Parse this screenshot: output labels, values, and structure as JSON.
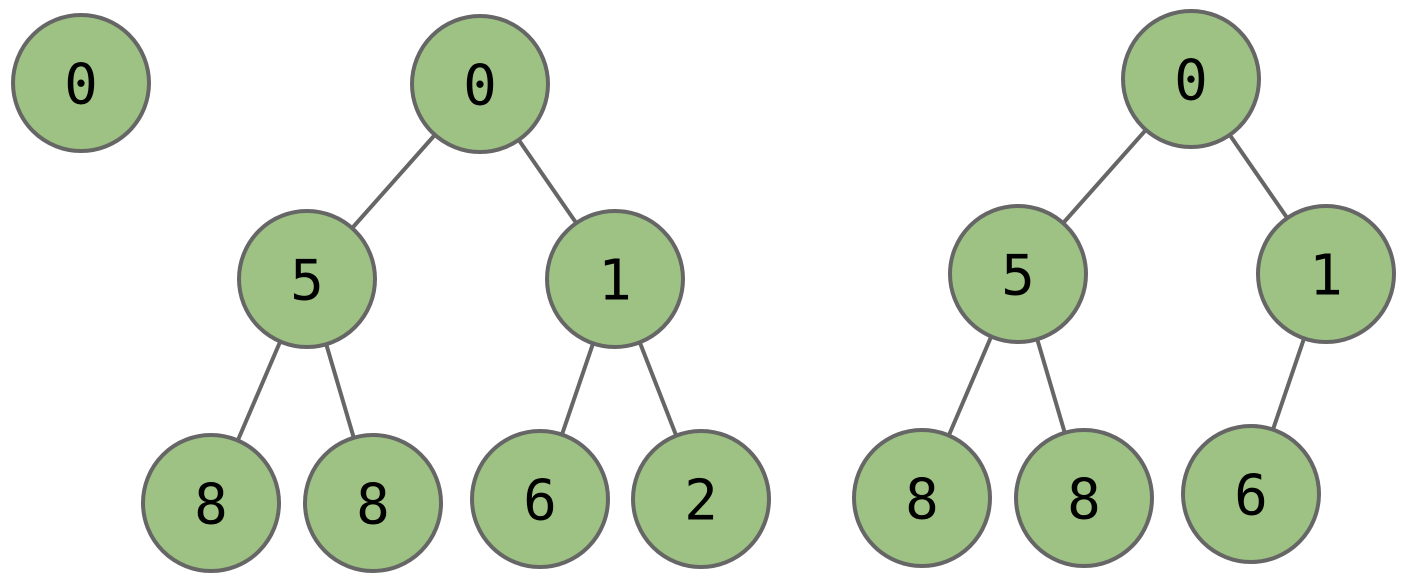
{
  "colors": {
    "node_fill": "#9dc283",
    "node_stroke": "#666666",
    "edge": "#666666",
    "label": "#000000"
  },
  "trees": [
    {
      "id": "tree-single",
      "nodes": [
        {
          "id": "n0",
          "label": "0"
        }
      ],
      "edges": []
    },
    {
      "id": "tree-full",
      "nodes": [
        {
          "id": "root",
          "label": "0"
        },
        {
          "id": "l",
          "label": "5"
        },
        {
          "id": "r",
          "label": "1"
        },
        {
          "id": "ll",
          "label": "8"
        },
        {
          "id": "lr",
          "label": "8"
        },
        {
          "id": "rl",
          "label": "6"
        },
        {
          "id": "rr",
          "label": "2"
        }
      ],
      "edges": [
        [
          "root",
          "l"
        ],
        [
          "root",
          "r"
        ],
        [
          "l",
          "ll"
        ],
        [
          "l",
          "lr"
        ],
        [
          "r",
          "rl"
        ],
        [
          "r",
          "rr"
        ]
      ]
    },
    {
      "id": "tree-partial",
      "nodes": [
        {
          "id": "root",
          "label": "0"
        },
        {
          "id": "l",
          "label": "5"
        },
        {
          "id": "r",
          "label": "1"
        },
        {
          "id": "ll",
          "label": "8"
        },
        {
          "id": "lr",
          "label": "8"
        },
        {
          "id": "rl",
          "label": "6"
        }
      ],
      "edges": [
        [
          "root",
          "l"
        ],
        [
          "root",
          "r"
        ],
        [
          "l",
          "ll"
        ],
        [
          "l",
          "lr"
        ],
        [
          "r",
          "rl"
        ]
      ]
    }
  ]
}
